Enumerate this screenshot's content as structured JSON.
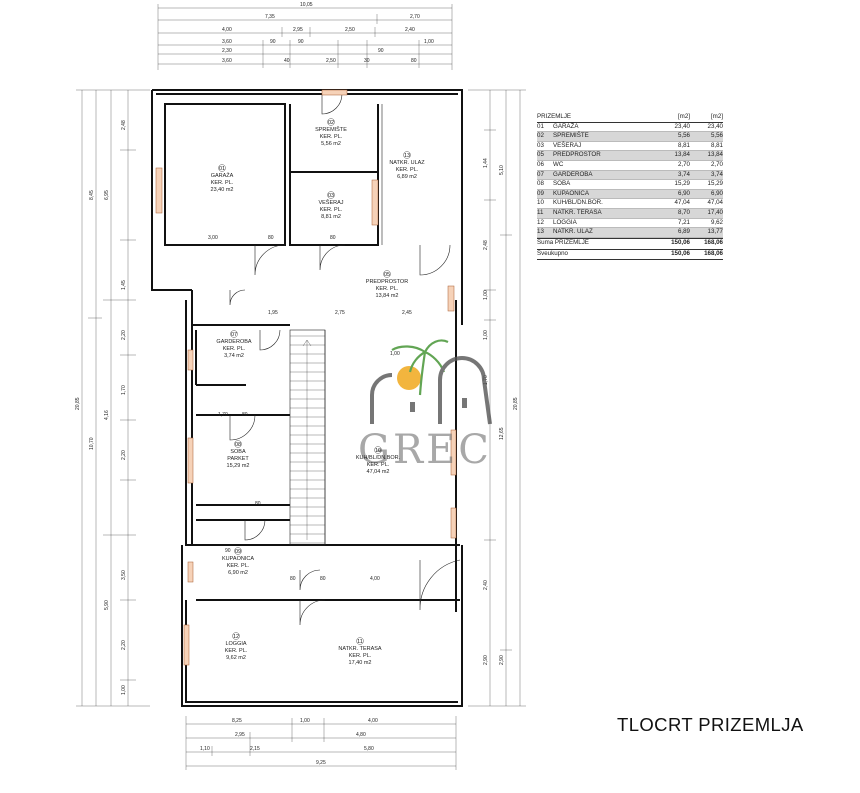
{
  "title": "TLOCRT PRIZEMLJA",
  "logo": {
    "text": "GREC"
  },
  "legend": {
    "header": {
      "name": "PRIZEMLJE",
      "unit_a": "[m2]",
      "unit_b": "[m2]"
    },
    "rows": [
      {
        "no": "01",
        "name": "GARAŽA",
        "a": "23,40",
        "b": "23,40",
        "hl": false
      },
      {
        "no": "02",
        "name": "SPREMIŠTE",
        "a": "5,56",
        "b": "5,56",
        "hl": true
      },
      {
        "no": "03",
        "name": "VEŠERAJ",
        "a": "8,81",
        "b": "8,81",
        "hl": false
      },
      {
        "no": "05",
        "name": "PREDPROSTOR",
        "a": "13,84",
        "b": "13,84",
        "hl": true
      },
      {
        "no": "06",
        "name": "WC",
        "a": "2,70",
        "b": "2,70",
        "hl": false
      },
      {
        "no": "07",
        "name": "GARDEROBA",
        "a": "3,74",
        "b": "3,74",
        "hl": true
      },
      {
        "no": "08",
        "name": "SOBA",
        "a": "15,29",
        "b": "15,29",
        "hl": false
      },
      {
        "no": "09",
        "name": "KUPAONICA",
        "a": "6,90",
        "b": "6,90",
        "hl": true
      },
      {
        "no": "10",
        "name": "KUH/BL/DN.BOR.",
        "a": "47,04",
        "b": "47,04",
        "hl": false
      },
      {
        "no": "11",
        "name": "NATKR. TERASA",
        "a": "8,70",
        "b": "17,40",
        "hl": true
      },
      {
        "no": "12",
        "name": "LOGGIA",
        "a": "7,21",
        "b": "9,62",
        "hl": false
      },
      {
        "no": "13",
        "name": "NATKR. ULAZ",
        "a": "6,89",
        "b": "13,77",
        "hl": true
      }
    ],
    "sum": {
      "label": "Suma PRIZEMLJE",
      "a": "150,06",
      "b": "168,06"
    },
    "total": {
      "label": "Sveukupno",
      "a": "150,06",
      "b": "168,06"
    }
  },
  "rooms": [
    {
      "no": "01",
      "name": "GARAŽA",
      "floor": "KER. PL.",
      "area": "23,40 m2"
    },
    {
      "no": "02",
      "name": "SPREMIŠTE",
      "floor": "KER. PL.",
      "area": "5,56 m2"
    },
    {
      "no": "03",
      "name": "VEŠERAJ",
      "floor": "KER. PL.",
      "area": "8,81 m2"
    },
    {
      "no": "13",
      "name": "NATKR. ULAZ",
      "floor": "KER. PL.",
      "area": "6,89 m2"
    },
    {
      "no": "05",
      "name": "PREDPROSTOR",
      "floor": "KER. PL.",
      "area": "13,84 m2"
    },
    {
      "no": "07",
      "name": "GARDEROBA",
      "floor": "KER. PL.",
      "area": "3,74 m2"
    },
    {
      "no": "08",
      "name": "SOBA",
      "floor": "PARKET",
      "area": "15,29 m2"
    },
    {
      "no": "10",
      "name": "KUH/BL/DN.BOR.",
      "floor": "KER. PL.",
      "area": "47,04 m2"
    },
    {
      "no": "09",
      "name": "KUPAONICA",
      "floor": "KER. PL.",
      "area": "6,90 m2"
    },
    {
      "no": "12",
      "name": "LOGGIA",
      "floor": "KER. PL.",
      "area": "9,62 m2"
    },
    {
      "no": "11",
      "name": "NATKR. TERASA",
      "floor": "KER. PL.",
      "area": "17,40 m2"
    }
  ],
  "dimensions": {
    "top_overall": "10,05",
    "top_row1": [
      "7,35",
      "2,70"
    ],
    "top_row2": [
      "4,00",
      "2,95",
      "2,50",
      "2,40"
    ],
    "top_row3": [
      "3,60",
      "90",
      "90",
      "1,00"
    ],
    "top_row4": [
      "2,30",
      "90"
    ],
    "top_row5": [
      "3,60",
      "40",
      "2,50",
      "30",
      "80"
    ],
    "left_overall": "20,85",
    "left_a": [
      "8,45",
      "10,70"
    ],
    "left_b": [
      "6,95",
      "4,16",
      "5,90"
    ],
    "left_c": [
      "2,48",
      "1,45",
      "2,20",
      "1,70",
      "2,20",
      "3,50",
      "2,20",
      "1,00"
    ],
    "right_overall": "20,85",
    "right_a": [
      "5,10",
      "12,65",
      "2,90"
    ],
    "right_b": [
      "1,44",
      "2,48",
      "1,00",
      "1,00",
      "1,70",
      "2,40",
      "2,90"
    ],
    "interior": [
      "3,00",
      "80",
      "80",
      "1,95",
      "2,75",
      "2,45",
      "1,70",
      "80",
      "80",
      "4,00",
      "90",
      "1,00",
      "80",
      "80"
    ],
    "bottom_row1": [
      "8,25",
      "1,00",
      "4,00"
    ],
    "bottom_row2": [
      "2,95",
      "4,80"
    ],
    "bottom_row3": [
      "1,10",
      "2,15",
      "5,80"
    ],
    "bottom_overall": "9,25"
  }
}
